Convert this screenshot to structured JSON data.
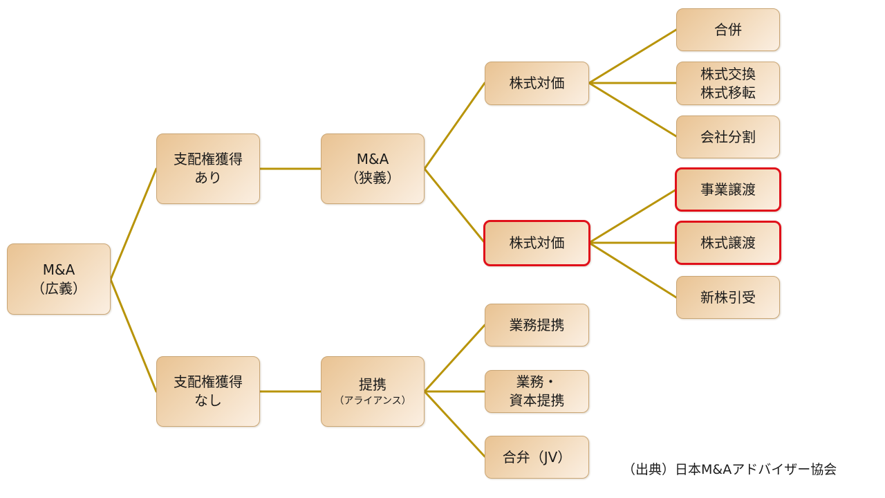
{
  "nodes": {
    "ma_broad": {
      "line1": "M&A",
      "line2": "（広義）"
    },
    "control_yes": {
      "line1": "支配権獲得",
      "line2": "あり"
    },
    "control_no": {
      "line1": "支配権獲得",
      "line2": "なし"
    },
    "ma_narrow": {
      "line1": "M&A",
      "line2": "（狭義）"
    },
    "alliance": {
      "line1": "提携",
      "line2": "（アライアンス）"
    },
    "stock_consideration_1": {
      "label": "株式対価"
    },
    "stock_consideration_2": {
      "label": "株式対価"
    },
    "merger": {
      "label": "合併"
    },
    "share_exchange": {
      "line1": "株式交換",
      "line2": "株式移転"
    },
    "company_split": {
      "label": "会社分割"
    },
    "business_transfer": {
      "label": "事業譲渡"
    },
    "share_transfer": {
      "label": "株式譲渡"
    },
    "new_share_subscription": {
      "label": "新株引受"
    },
    "business_alliance": {
      "label": "業務提携"
    },
    "capital_alliance": {
      "line1": "業務・",
      "line2": "資本提携"
    },
    "joint_venture": {
      "label": "合弁（JV）"
    }
  },
  "source_note": "（出典）日本M&Aアドバイザー協会",
  "colors": {
    "connector": "#b8940a",
    "highlight_border": "#e0101a",
    "node_border": "#c9a574"
  }
}
